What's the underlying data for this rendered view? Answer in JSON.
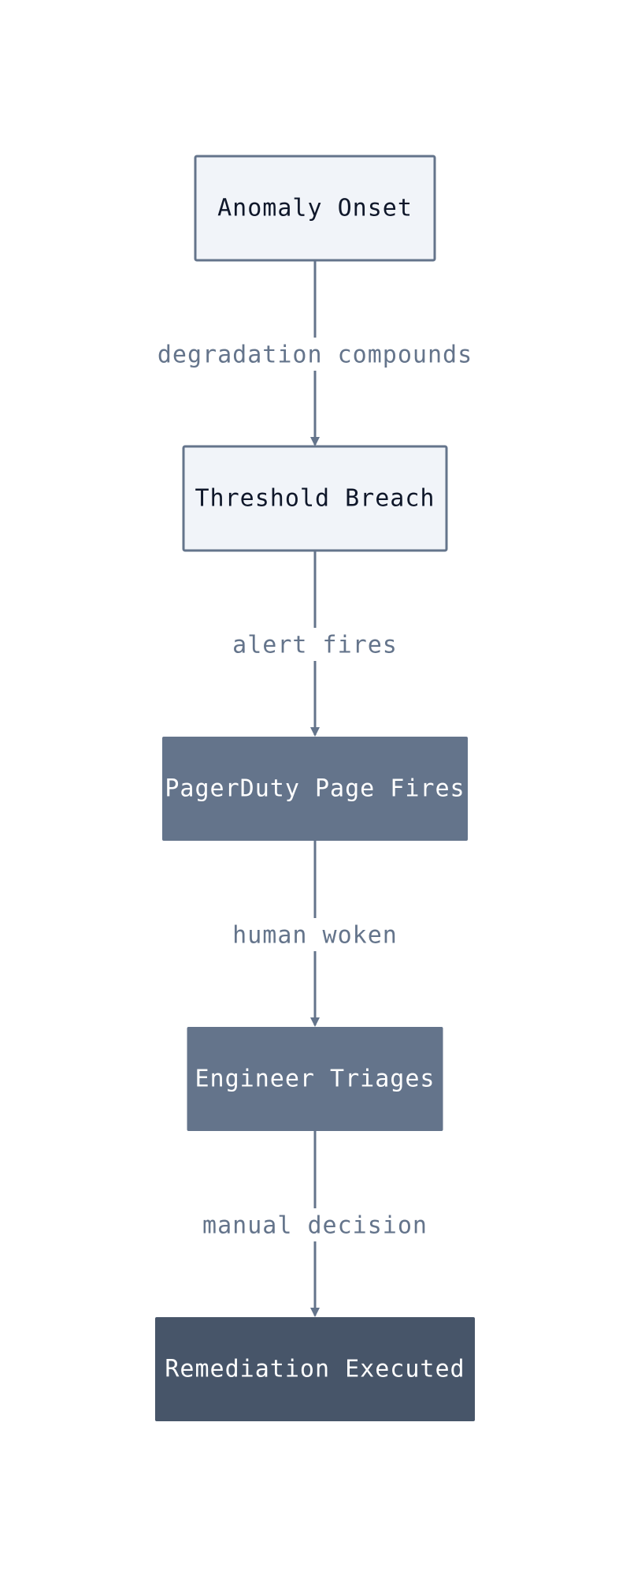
{
  "colors": {
    "edge": "#64748b",
    "edge_label": "#64748b",
    "light_fill": "#f1f4f9",
    "light_stroke": "#64748b",
    "light_text": "#0f172a",
    "mid_fill": "#64748b",
    "mid_text": "#ffffff",
    "dark_fill": "#475569",
    "dark_text": "#ffffff"
  },
  "nodes": [
    {
      "id": "anomaly-onset",
      "label": "Anomaly Onset",
      "style": "light"
    },
    {
      "id": "threshold-breach",
      "label": "Threshold Breach",
      "style": "light"
    },
    {
      "id": "pagerduty-page-fires",
      "label": "PagerDuty Page Fires",
      "style": "mid"
    },
    {
      "id": "engineer-triages",
      "label": "Engineer Triages",
      "style": "mid"
    },
    {
      "id": "remediation-executed",
      "label": "Remediation Executed",
      "style": "dark"
    }
  ],
  "edges": [
    {
      "from": "anomaly-onset",
      "to": "threshold-breach",
      "label": "degradation compounds"
    },
    {
      "from": "threshold-breach",
      "to": "pagerduty-page-fires",
      "label": "alert fires"
    },
    {
      "from": "pagerduty-page-fires",
      "to": "engineer-triages",
      "label": "human woken"
    },
    {
      "from": "engineer-triages",
      "to": "remediation-executed",
      "label": "manual decision"
    }
  ]
}
